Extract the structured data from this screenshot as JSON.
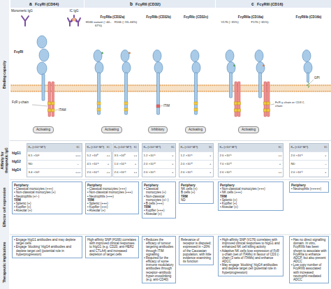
{
  "diagram": {
    "nodes": [
      {
        "text": [
          "Activating"
        ]
      },
      {
        "text": [
          "Activating"
        ]
      },
      {
        "text": [
          "Inhibitory"
        ]
      },
      {
        "text": [
          "Activating"
        ]
      },
      {
        "text": [
          "Activating"
        ]
      },
      {
        "text": [
          "Kₐ (×10⁶ M⁻¹)",
          "IC",
          "6.5 ×10¹",
          "+++",
          "ND",
          "–",
          "3.4 ×10¹",
          "+++"
        ]
      },
      {
        "text": [
          "Kₐ (×10⁶ M⁻¹)",
          "IC",
          "5.2 ×10⁰",
          "++",
          "4.5 ×10⁻¹",
          "+",
          "2.0 ×10⁻¹",
          "++"
        ]
      },
      {
        "text": [
          "Kₐ (×10⁶ M⁻¹)",
          "IC",
          "3.5 ×10⁰",
          "++",
          "1.0 ×10⁻¹",
          "+",
          "2.0 ×10⁻¹",
          "++"
        ]
      },
      {
        "text": [
          "Kₐ (×10⁶ M⁻¹)",
          "IC",
          "1.2 ×10⁻¹",
          "+",
          "2.0 ×10⁻²",
          "+",
          "2.0 ×10⁻¹",
          "+"
        ]
      },
      {
        "text": [
          "Kₐ (×10⁶ M⁻¹)",
          "IC",
          "1.2 ×10⁻¹",
          "+",
          "2.0 ×10⁻²",
          "+",
          "2.0 ×10⁻¹",
          "+"
        ]
      },
      {
        "text": [
          "Kₐ (×10⁶ M⁻¹)",
          "IC",
          "2.0 ×10⁻¹",
          "++",
          "7.0 ×10⁻²",
          "+",
          "2.0 ×10⁻¹",
          "++"
        ]
      },
      {
        "text": [
          "Kₐ (×10⁶ M⁻¹)",
          "IC",
          "2.0 ×10⁻¹",
          "+",
          "ND",
          "–",
          "2.0 ×10⁻¹",
          "+"
        ]
      },
      {
        "text": [
          "Periphery",
          "• Classical monocytes (+++)",
          "• Non-classical monocytes (+)",
          "• Neutrophils (+/−)",
          "TRM",
          "• Splenic (+)",
          "• Kupffer (+)",
          "• Alveolar (+)"
        ]
      },
      {
        "text": [
          "Periphery",
          "• Classical monocytes (+++)",
          "• Non-classical monocytes (+++)",
          "• Neutrophils (+++)",
          "TRM",
          "• Splenic (+++)",
          "• Kupffer (+++)",
          "• Alveolar (+)"
        ]
      },
      {
        "text": [
          "Periphery",
          "• Classical monocytes (+)",
          "• Non-classical monocytes (+/−)",
          "• B cells (+++)",
          "TRM",
          "• Kupffer (+++)",
          "• Alveolar (+)"
        ]
      },
      {
        "text": [
          "Periphery",
          "NK cells (+)",
          "B cells (+)",
          "TRM",
          "ND"
        ]
      },
      {
        "text": [
          "Periphery",
          "• Non-classical monocytes (+++)",
          "• NK cells (+++)",
          "TRM",
          "• Splenic (+)",
          "• Kupffer (+)",
          "• Alveolar (+)"
        ]
      },
      {
        "text": [
          "Periphery",
          "• Neutrophils (+++++)"
        ]
      },
      {
        "text": [
          "• Engage hIgG1 antibodies and may deplete target cells",
          "• Engage ‘blocking’ hIgG4 antibodies and deplete target cell (potential role in hyperprogression)"
        ]
      },
      {
        "text": [
          "High-affinity SNP (H166) correlates with improved clinical responses to hIgG1 (e.g. CD20, anti-HER2 and CTLA4) and increased depletion of target cells"
        ]
      },
      {
        "text": [
          "• Reduces the efficacy of tumour targeting antibodies through ITIM signalling",
          "• Required for the efficacy of some immune modulatory antibodies through receptor–antibody hyper-crosslinking (e.g. anti-CD40)"
        ]
      },
      {
        "text": [
          "Relevance of receptor is disputed; expressed in ~20% of the Caucasian population, with little evidence examining its function"
        ]
      },
      {
        "text": [
          "• High-affinity SNP (V176) correlates with improved clinical responses to hIgG1 and enhanced NK cell killing activity",
          "• Adaptive NK cells lose expression of FcR γ-chain (set of ITAMs) in favour of CD3 ζ-chain (3 sets of ITAMs) and enhance ADCC",
          "• May engage ‘blocking’ hIgG4 antibodies and deplete target cell (potential role in hyperprogression)"
        ]
      },
      {
        "text": [
          "• Has no direct signalling domain. In vitro, FcγRIIIb has been shown to associate with FcγRIIa to enhance ADCP, but also prevent ADCC",
          "• Low copy number of FcγRIIIb associated with increased neutrophil-mediated ADCC"
        ]
      }
    ],
    "labels": [
      "Binding capacity",
      "Affinity for therapeutic IgG",
      "Effector cell expression",
      "Therapeutic implications",
      "a",
      "FcγRI (CD64)",
      "b",
      "FcγRII (CD32)",
      "c",
      "FcγRIII (CD16)",
      "Monomeric IgG",
      "IC IgG",
      "FcγRI",
      "FcR γ-chain",
      "ITAM",
      "FcγRIIa (CD32a)",
      "H166 variant (~44–67%)",
      "R166 (~33–66%)",
      "FcγRIIb (CD32b)",
      "ITIM",
      "FcγRIIc (CD32c)",
      "FcγRIIIa (CD16a)",
      "V176 (~35%)",
      "F176 (~65%)",
      "FcR γ-chain or CD3 ζ-chain",
      "FcγRIIIb (CD16b)",
      "GPI",
      "hIgG1",
      "hIgG2",
      "hIgG4"
    ]
  }
}
